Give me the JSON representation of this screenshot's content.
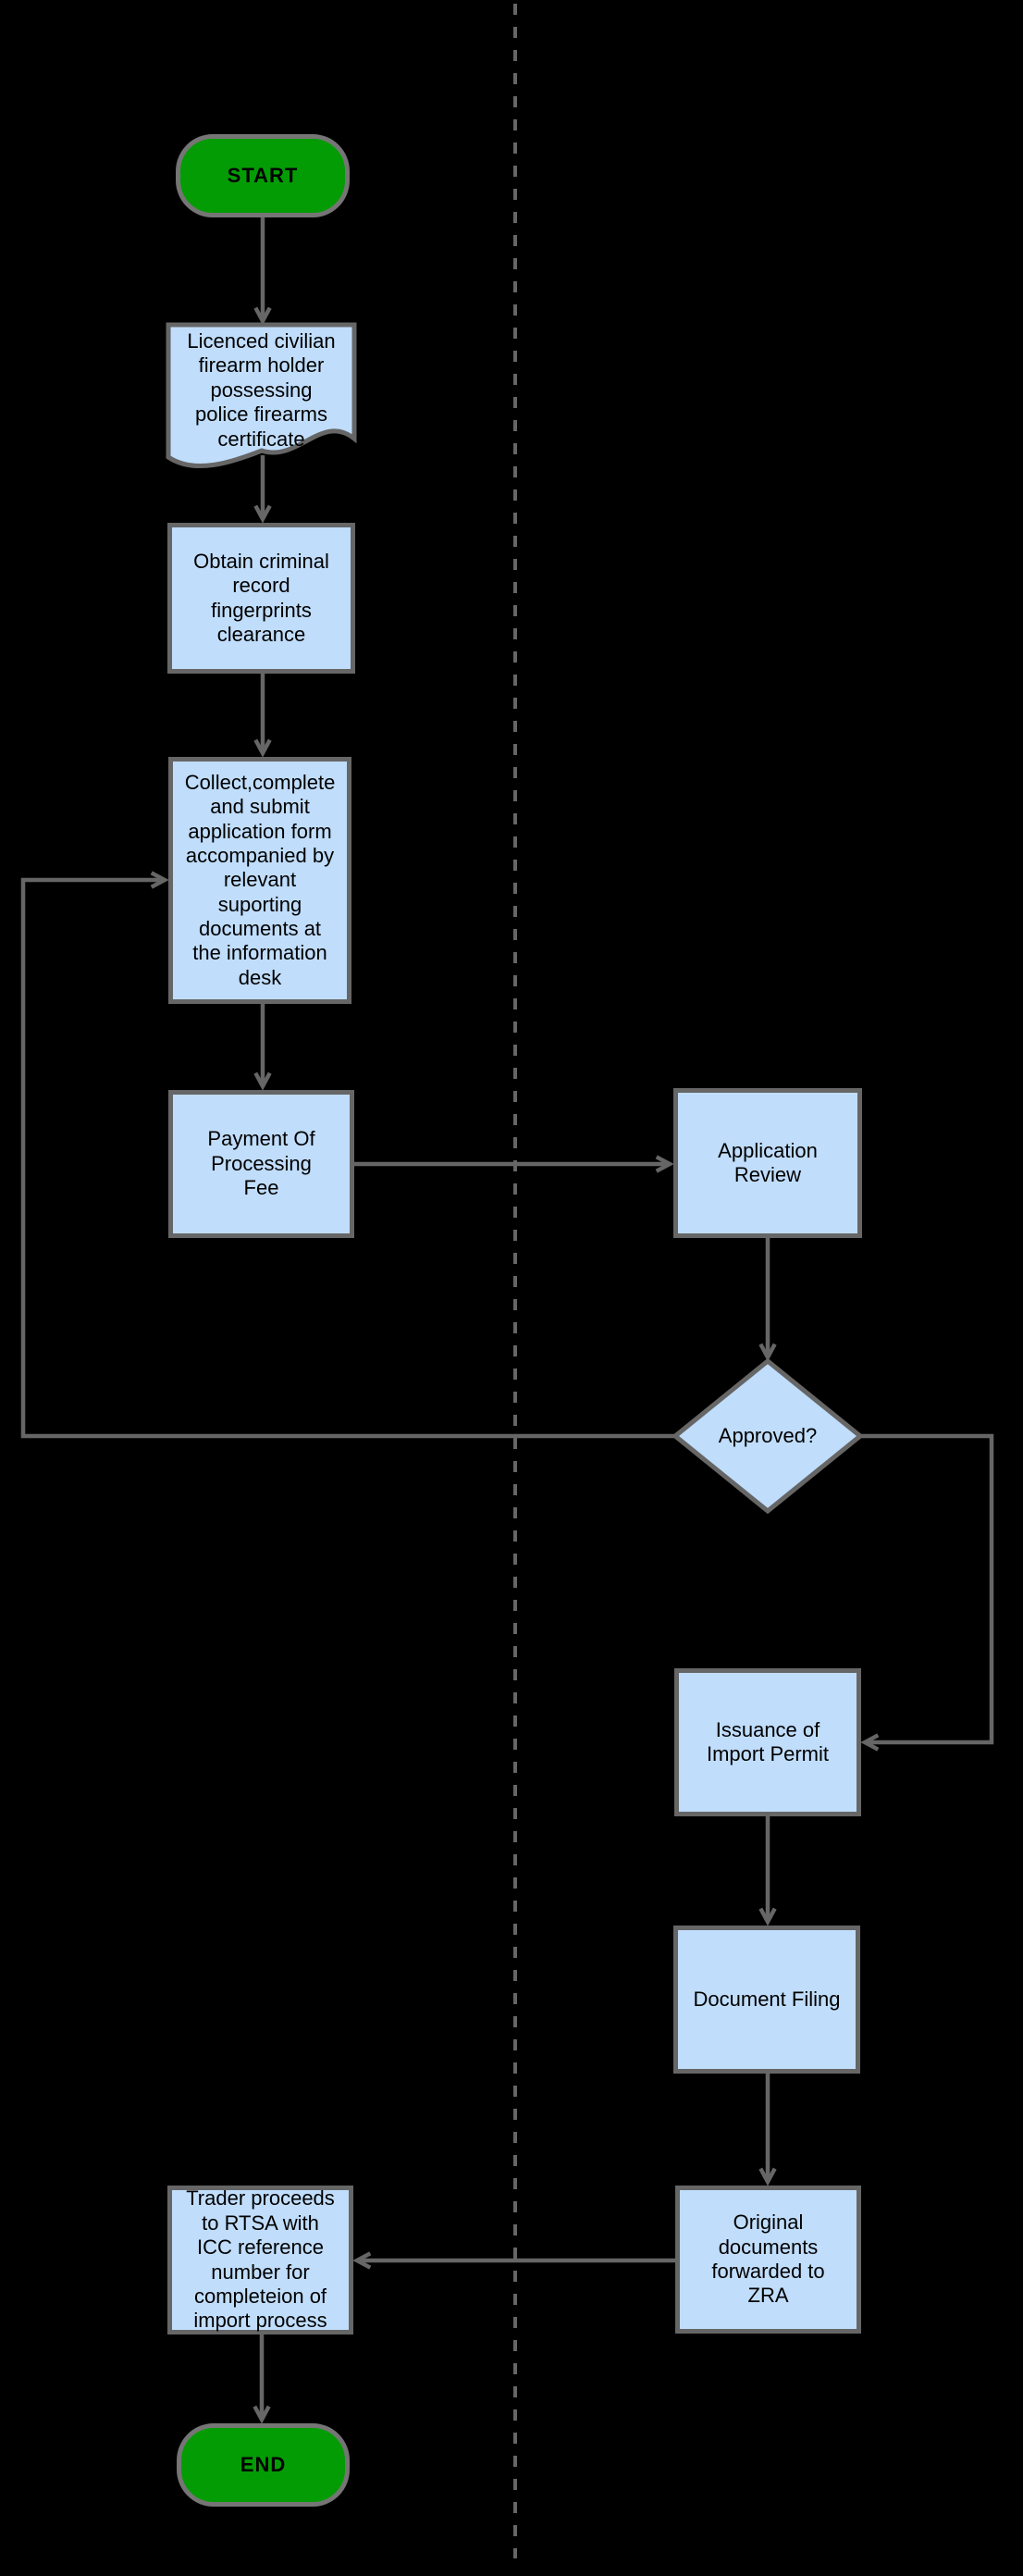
{
  "colors": {
    "background": "#000000",
    "terminal_fill": "#049c04",
    "node_fill": "#c0ddfb",
    "border": "#666666",
    "connector": "#666666",
    "text": "#000000"
  },
  "nodes": {
    "start": {
      "label": "START",
      "shape": "terminal"
    },
    "licenced_holder": {
      "label": "Licenced civilian firearm holder possessing police firearms certificate",
      "shape": "document"
    },
    "criminal_record": {
      "label": "Obtain criminal record fingerprints clearance",
      "shape": "process"
    },
    "submit_application": {
      "label": "Collect,complete and submit application form accompanied by relevant suporting documents at the information desk",
      "shape": "process"
    },
    "payment": {
      "label": "Payment Of Processing Fee",
      "shape": "process"
    },
    "application_review": {
      "label": "Application Review",
      "shape": "process"
    },
    "approved": {
      "label": "Approved?",
      "shape": "decision"
    },
    "issuance": {
      "label": "Issuance of Import Permit",
      "shape": "process"
    },
    "document_filing": {
      "label": "Document Filing",
      "shape": "process"
    },
    "original_docs": {
      "label": "Original documents forwarded to ZRA",
      "shape": "process"
    },
    "trader_rtsa": {
      "label": "Trader proceeds to RTSA with ICC reference number for completeion of import process",
      "shape": "process"
    },
    "end": {
      "label": "END",
      "shape": "terminal"
    }
  },
  "connectors": [
    {
      "from": "start",
      "to": "licenced_holder"
    },
    {
      "from": "licenced_holder",
      "to": "criminal_record"
    },
    {
      "from": "criminal_record",
      "to": "submit_application"
    },
    {
      "from": "submit_application",
      "to": "payment"
    },
    {
      "from": "payment",
      "to": "application_review"
    },
    {
      "from": "application_review",
      "to": "approved"
    },
    {
      "from": "approved",
      "to": "submit_application"
    },
    {
      "from": "approved",
      "to": "issuance"
    },
    {
      "from": "issuance",
      "to": "document_filing"
    },
    {
      "from": "document_filing",
      "to": "original_docs"
    },
    {
      "from": "original_docs",
      "to": "trader_rtsa"
    },
    {
      "from": "trader_rtsa",
      "to": "end"
    }
  ]
}
